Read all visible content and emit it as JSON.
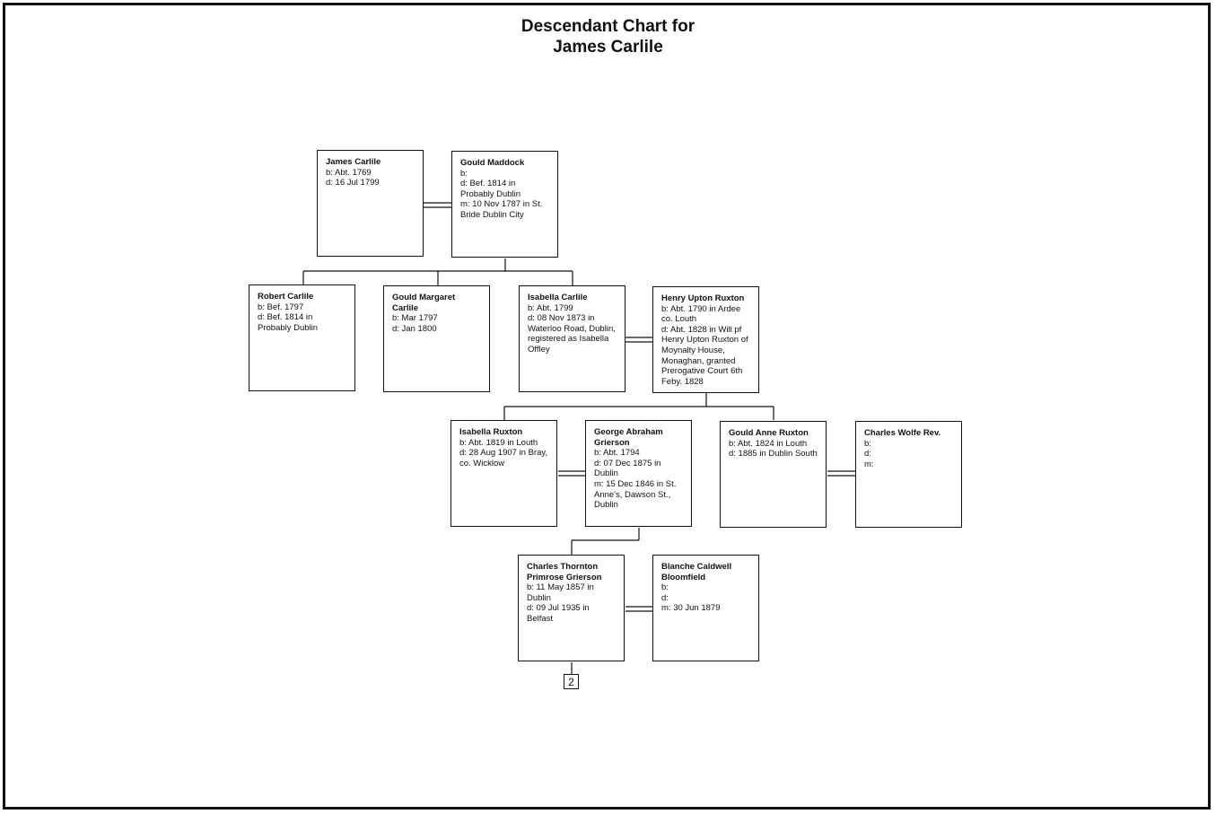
{
  "title": {
    "line1": "Descendant Chart for",
    "line2": "James Carlile"
  },
  "persons": {
    "james_carlile": {
      "name": "James Carlile",
      "lines": [
        "b: Abt. 1769",
        "d: 16 Jul 1799"
      ]
    },
    "gould_maddock": {
      "name": "Gould Maddock",
      "lines": [
        "b:",
        "d: Bef. 1814 in Probably Dublin",
        "m: 10 Nov 1787 in St. Bride Dublin City"
      ]
    },
    "robert_carlile": {
      "name": "Robert Carlile",
      "lines": [
        "b: Bef. 1797",
        "d: Bef. 1814 in Probably Dublin"
      ]
    },
    "gould_margaret_carlile": {
      "name": "Gould Margaret Carlile",
      "lines": [
        "b: Mar 1797",
        "d: Jan 1800"
      ]
    },
    "isabella_carlile": {
      "name": "Isabella Carlile",
      "lines": [
        "b: Abt. 1799",
        "d: 08 Nov 1873 in Waterloo Road, Dublin, registered as Isabella Offley"
      ]
    },
    "henry_upton_ruxton": {
      "name": "Henry Upton Ruxton",
      "lines": [
        "b: Abt. 1790 in Ardee co. Louth",
        "d: Abt. 1828 in Will pf Henry Upton Ruxton of Moynalty House, Monaghan, granted Prerogative Court 6th Feby. 1828"
      ]
    },
    "isabella_ruxton": {
      "name": "Isabella Ruxton",
      "lines": [
        "b: Abt. 1819 in Louth",
        "d: 28 Aug 1907 in Bray, co. Wicklow"
      ]
    },
    "george_abraham_grierson": {
      "name": "George Abraham Grierson",
      "lines": [
        "b: Abt. 1794",
        "d: 07 Dec 1875 in Dublin",
        "m: 15 Dec 1846 in St. Anne's, Dawson St., Dublin"
      ]
    },
    "gould_anne_ruxton": {
      "name": "Gould Anne Ruxton",
      "lines": [
        "b: Abt. 1824 in Louth",
        "d: 1885 in Dublin South"
      ]
    },
    "charles_wolfe": {
      "name": "Charles Wolfe Rev.",
      "lines": [
        "b:",
        "d:",
        "m:"
      ]
    },
    "charles_thornton_grierson": {
      "name": "Charles Thornton Primrose Grierson",
      "lines": [
        "b: 11 May 1857 in Dublin",
        "d: 09 Jul 1935 in Belfast"
      ]
    },
    "blanche_bloomfield": {
      "name": "Blanche Caldwell Bloomfield",
      "lines": [
        "b:",
        "d:",
        "m: 30 Jun 1879"
      ]
    }
  },
  "continuation_ref": "2"
}
